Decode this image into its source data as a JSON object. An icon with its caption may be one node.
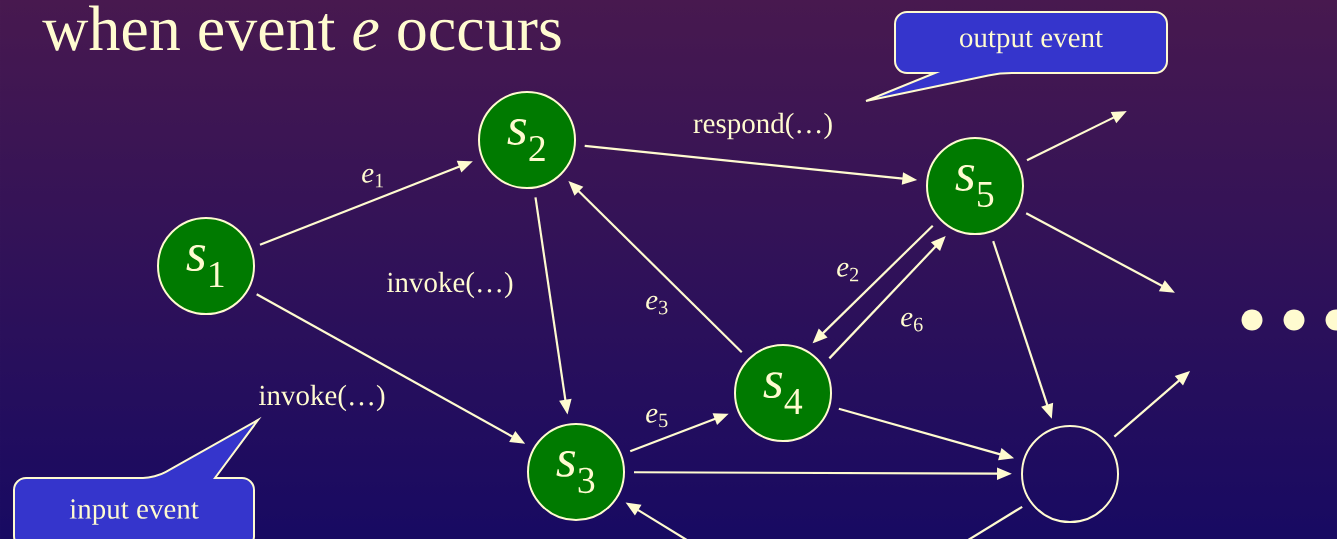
{
  "diagram": {
    "title": "when event *e* occurs",
    "nodes": [
      {
        "text": [
          "*s*$_{1}$"
        ]
      },
      {
        "text": [
          "*s*$_{2}$"
        ]
      },
      {
        "text": [
          "*s*$_{3}$"
        ]
      },
      {
        "text": [
          "*s*$_{4}$"
        ]
      },
      {
        "text": [
          "*s*$_{5}$"
        ]
      },
      {
        "text": [],
        "shape": "circle"
      },
      {
        "text": [
          "output event"
        ]
      },
      {
        "text": [
          "input event"
        ]
      }
    ],
    "edges": [
      {
        "from": 0,
        "to": 1,
        "arrow": "to",
        "label": "*e*$_{1}$"
      },
      {
        "from": 0,
        "to": 2,
        "arrow": "to",
        "label": "invoke(…)"
      },
      {
        "from": 1,
        "to": 2,
        "arrow": "to",
        "label": "invoke(…)"
      },
      {
        "from": 1,
        "to": 4,
        "arrow": "to",
        "label": "respond(…)"
      },
      {
        "from": 3,
        "to": 1,
        "arrow": "to",
        "label": "*e*$_{3}$"
      },
      {
        "from": 4,
        "to": 3,
        "arrow": "to",
        "label": "*e*$_{2}$"
      },
      {
        "from": 3,
        "to": 4,
        "arrow": "to",
        "label": "*e*$_{6}$"
      },
      {
        "from": 2,
        "to": 3,
        "arrow": "to",
        "label": "*e*$_{5}$"
      },
      {
        "from": 3,
        "to": 5,
        "arrow": "to"
      },
      {
        "from": 2,
        "to": 5,
        "arrow": "to"
      },
      {
        "from": 4,
        "to": null,
        "arrow": "to"
      },
      {
        "from": 4,
        "to": null,
        "arrow": "to"
      },
      {
        "from": 4,
        "to": 5,
        "arrow": "to"
      },
      {
        "from": 5,
        "to": null,
        "arrow": "to"
      },
      {
        "from": null,
        "to": 2,
        "arrow": "to"
      },
      {
        "from": 5,
        "to": null,
        "arrow": "none"
      }
    ]
  }
}
